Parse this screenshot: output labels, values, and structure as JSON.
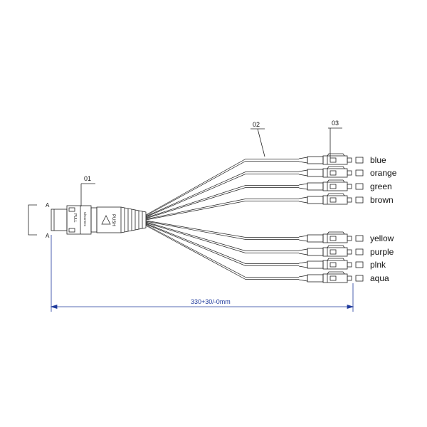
{
  "callouts": {
    "c01": "01",
    "c02": "02",
    "c03": "03"
  },
  "section": {
    "a_top": "A",
    "a_bottom": "A"
  },
  "connector": {
    "pull_text": "PULL",
    "brand_text": "Ultconnec",
    "push_text": "PUSH"
  },
  "fibers": [
    "blue",
    "orange",
    "green",
    "brown",
    "yellow",
    "purple",
    "pink",
    "aqua"
  ],
  "fiber_label_text": [
    "blue",
    "orange",
    "green",
    "brown",
    "yellow",
    "purple",
    "plnk",
    "aqua"
  ],
  "dimension": {
    "length": "330+30/-0mm"
  },
  "colors": {
    "drawing": "#222222",
    "dimension": "#1f3a9c"
  }
}
